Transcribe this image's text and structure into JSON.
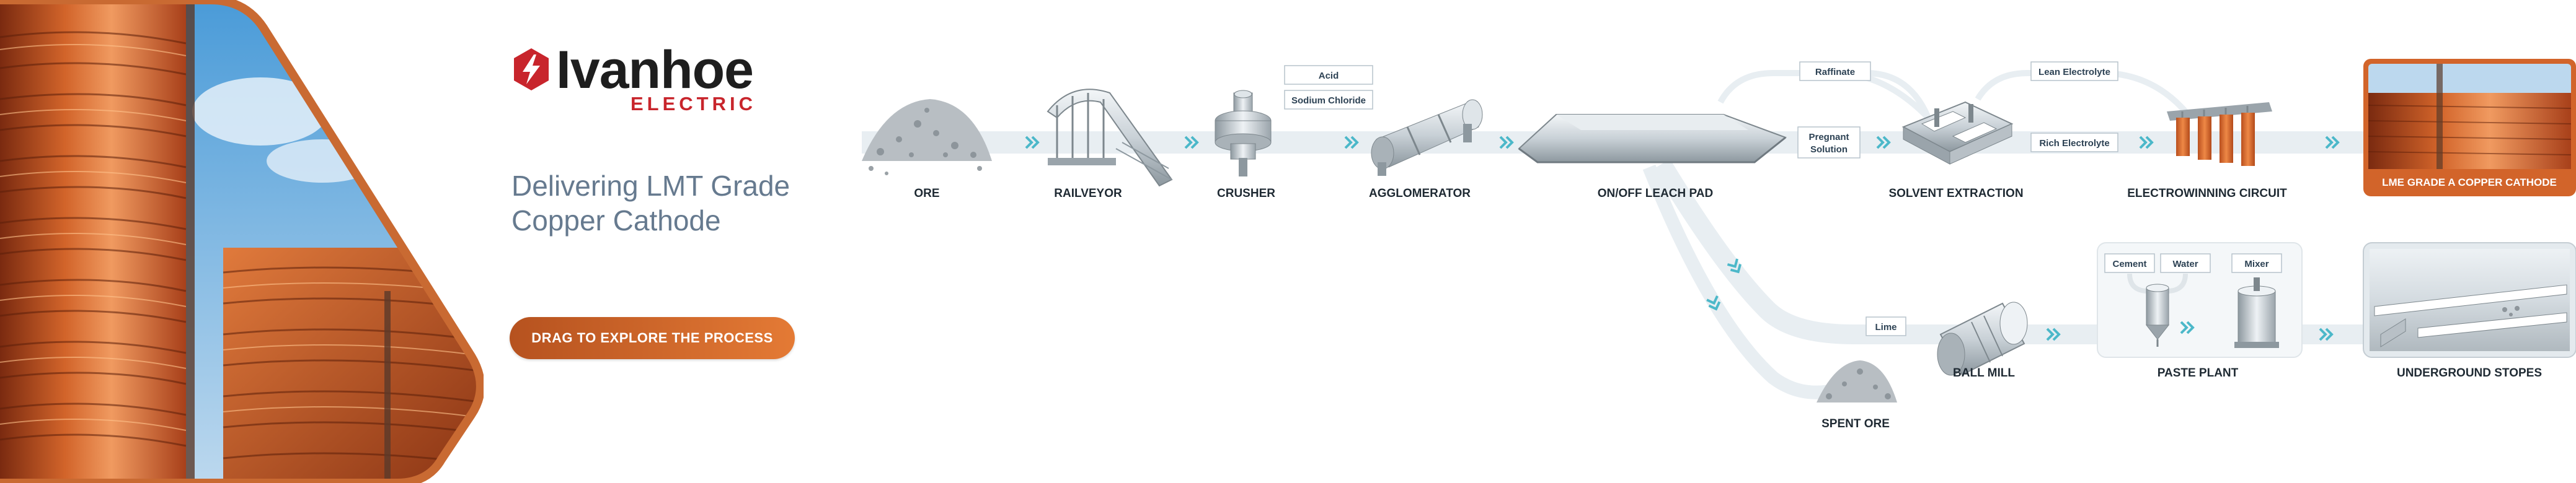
{
  "brand": {
    "name": "Ivanhoe",
    "subname": "ELECTRIC",
    "red": "#c8252c"
  },
  "hero": {
    "tagline_line1": "Delivering LMT Grade",
    "tagline_line2": "Copper Cathode",
    "cta_label": "DRAG TO EXPLORE THE PROCESS",
    "cta_color": "#d2642a"
  },
  "diagram": {
    "stages": {
      "ore": "ORE",
      "railveyor": "RAILVEYOR",
      "crusher": "CRUSHER",
      "agglomerator": "AGGLOMERATOR",
      "leach_pad": "ON/OFF LEACH PAD",
      "solvent_extraction": "SOLVENT EXTRACTION",
      "electrowinning": "ELECTROWINNING CIRCUIT",
      "lme_copper": "LME GRADE A COPPER CATHODE",
      "spent_ore": "SPENT ORE",
      "ball_mill": "BALL MILL",
      "paste_plant": "PASTE PLANT",
      "underground_stopes": "UNDERGROUND STOPES"
    },
    "tags": {
      "acid": "Acid",
      "sodium_chloride": "Sodium Chloride",
      "raffinate": "Raffinate",
      "pregnant_solution_1": "Pregnant",
      "pregnant_solution_2": "Solution",
      "lean_electrolyte": "Lean Electrolyte",
      "rich_electrolyte": "Rich Electrolyte",
      "lime": "Lime",
      "cement": "Cement",
      "water": "Water",
      "mixer": "Mixer"
    },
    "colors": {
      "band": "#e8eef2",
      "chevron": "#4cb8c9",
      "copper": "#d2642a",
      "label": "#1f2a33",
      "tag_border": "#b7c3cc"
    }
  }
}
